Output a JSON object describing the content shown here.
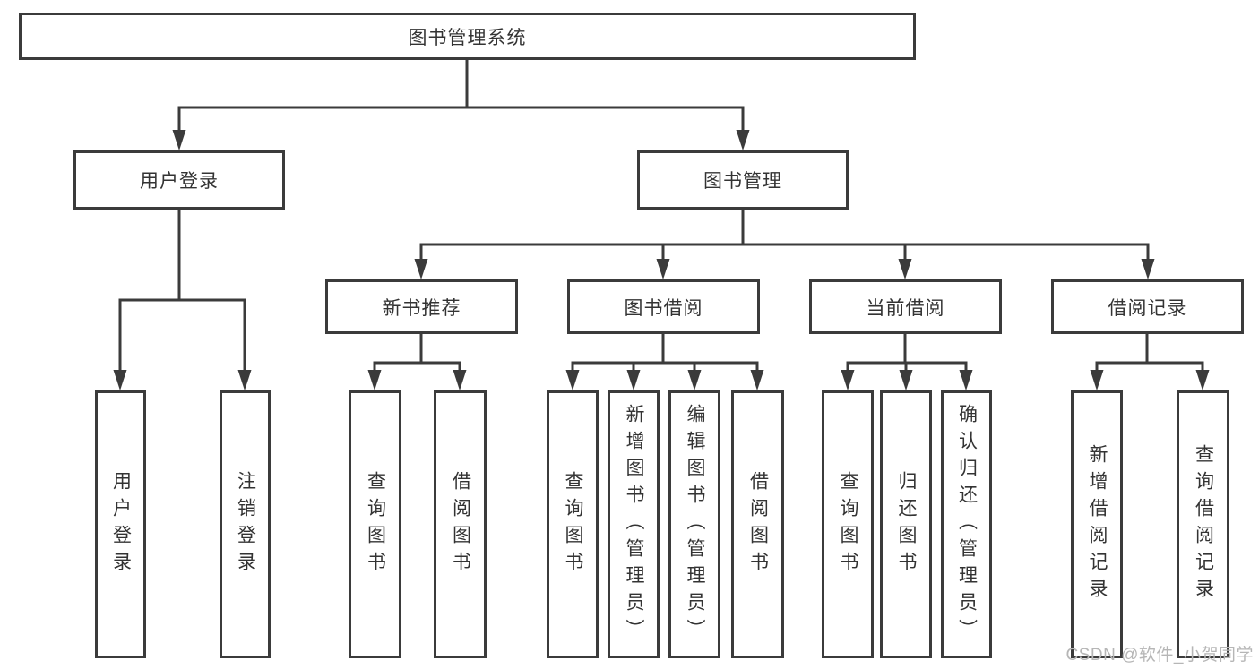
{
  "colors": {
    "line": "#3b3b3b",
    "text": "#333333",
    "box_background": "#ffffff",
    "watermark": "#b6b6b6"
  },
  "nodes": {
    "root": "图书管理系统",
    "login": "用户登录",
    "mgmt": "图书管理",
    "newbook": "新书推荐",
    "borrow": "图书借阅",
    "current": "当前借阅",
    "records": "借阅记录",
    "login_leaves": [
      "用户登录",
      "注销登录"
    ],
    "newbook_leaves": [
      "查询图书",
      "借阅图书"
    ],
    "borrow_leaves": [
      "查询图书",
      "新增图书（管理员）",
      "编辑图书（管理员）",
      "借阅图书"
    ],
    "current_leaves": [
      "查询图书",
      "归还图书",
      "确认归还（管理员）"
    ],
    "records_leaves": [
      "新增借阅记录",
      "查询借阅记录"
    ]
  },
  "watermark": {
    "text": "CSDN @软件_小贺同学"
  }
}
